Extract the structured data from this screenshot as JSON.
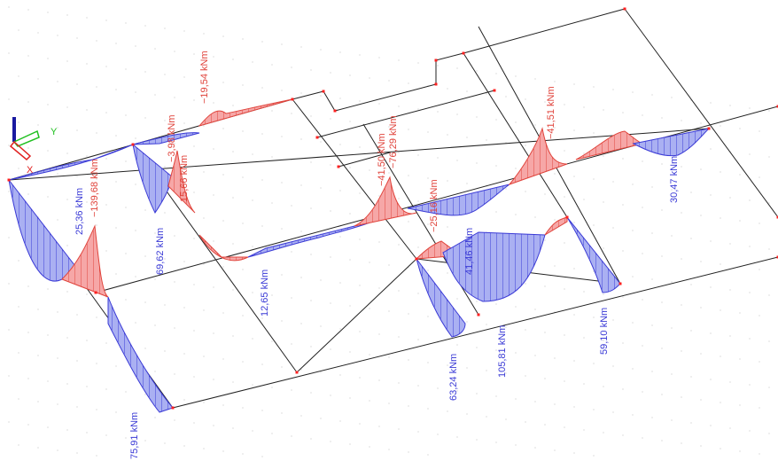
{
  "colors": {
    "frame": "#222222",
    "node": "#ff2020",
    "positive_fill": "#aab0f2",
    "positive_stroke": "#3b3bd6",
    "negative_fill": "#f6a7a7",
    "negative_stroke": "#e0443c",
    "label_positive": "#3b3bd6",
    "label_negative": "#e0443c",
    "grid_dot": "#c8c8c8"
  },
  "axis_triad": {
    "x_label": "X",
    "y_label": "Y",
    "x_color": "#e02020",
    "y_color": "#20c020",
    "z_color": "#1a1aa0"
  },
  "moment_labels": [
    {
      "id": "m1",
      "text": "25,36 kNm",
      "sign": "positive"
    },
    {
      "id": "m2",
      "text": "−139,68 kNm",
      "sign": "negative"
    },
    {
      "id": "m3",
      "text": "69,62 kNm",
      "sign": "positive"
    },
    {
      "id": "m4",
      "text": "−3,98 kNm",
      "sign": "negative"
    },
    {
      "id": "m5",
      "text": "15,66 kNm",
      "sign": "negative"
    },
    {
      "id": "m6",
      "text": "−19,54 kNm",
      "sign": "negative"
    },
    {
      "id": "m7",
      "text": "12,65 kNm",
      "sign": "positive"
    },
    {
      "id": "m8",
      "text": "−41,50 kNm",
      "sign": "negative"
    },
    {
      "id": "m9",
      "text": "−76,29 kNm",
      "sign": "negative"
    },
    {
      "id": "m10",
      "text": "−25,16 kNm",
      "sign": "negative"
    },
    {
      "id": "m11",
      "text": "41,46 kNm",
      "sign": "positive"
    },
    {
      "id": "m12",
      "text": "−41,51 kNm",
      "sign": "negative"
    },
    {
      "id": "m13",
      "text": "30,47 kNm",
      "sign": "positive"
    },
    {
      "id": "m14",
      "text": "63,24 kNm",
      "sign": "positive"
    },
    {
      "id": "m15",
      "text": "105,81 kNm",
      "sign": "positive"
    },
    {
      "id": "m16",
      "text": "59,10 kNm",
      "sign": "positive"
    },
    {
      "id": "m17",
      "text": "75,91 kNm",
      "sign": "positive"
    }
  ]
}
